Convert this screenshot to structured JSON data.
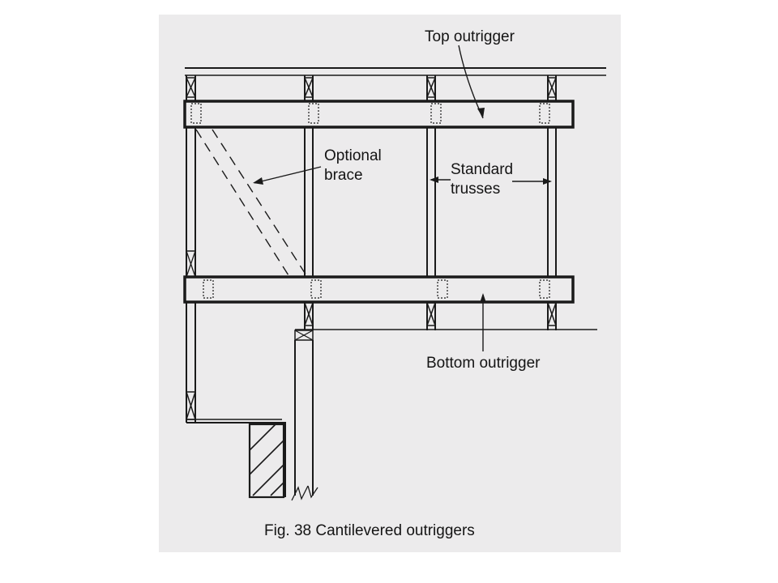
{
  "figure": {
    "caption": "Fig. 38  Cantilevered outriggers",
    "labels": {
      "top_outrigger": "Top outrigger",
      "optional_brace_line1": "Optional",
      "optional_brace_line2": "brace",
      "standard_trusses_line1": "Standard",
      "standard_trusses_line2": "trusses",
      "bottom_outrigger": "Bottom outrigger"
    }
  },
  "colors": {
    "background": "#ffffff",
    "scan_paper": "#ecebec",
    "ink": "#1a1a1a"
  }
}
